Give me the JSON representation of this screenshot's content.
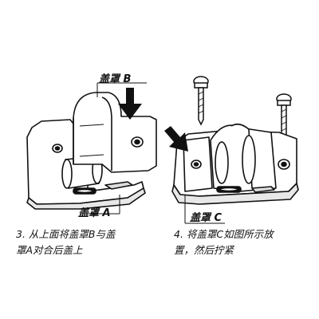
{
  "labels": {
    "cover_b": "盖罩 B",
    "cover_a": "盖罩 A",
    "cover_c": "盖罩 C"
  },
  "captions": {
    "step3_line1": "3. 从上面将盖罩B与盖",
    "step3_line2": "罩A对合后盖上",
    "step4_line1": "4. 将盖罩C如图所示放",
    "step4_line2": "置，然后拧紧"
  },
  "colors": {
    "line": "#111111",
    "guide_line": "#e0202a",
    "arrow": "#111111",
    "background": "#ffffff"
  }
}
